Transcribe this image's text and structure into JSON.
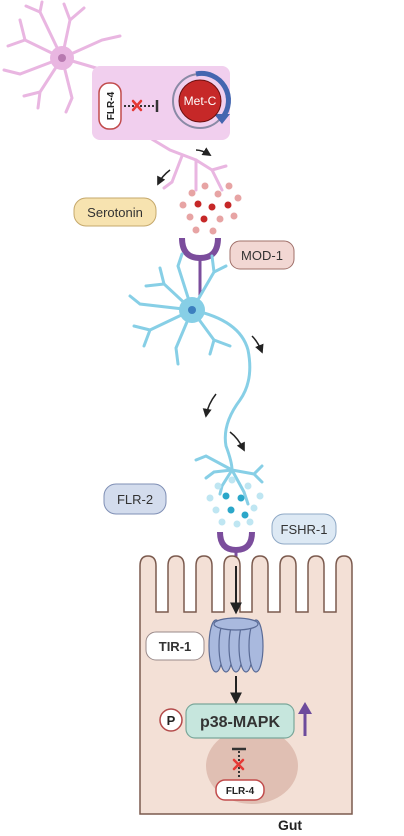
{
  "labels": {
    "flr4_top": "FLR-4",
    "metc": "Met-C",
    "serotonin": "Serotonin",
    "mod1": "MOD-1",
    "flr2": "FLR-2",
    "fshr1": "FSHR-1",
    "tir1": "TIR-1",
    "phospho": "P",
    "p38": "p38-MAPK",
    "flr4_bottom": "FLR-4",
    "gut": "Gut"
  },
  "colors": {
    "pink_neuron": "#e9b6e1",
    "pink_box": "#f1cfee",
    "metc_red": "#c62828",
    "metc_arrow": "#4466b0",
    "serotonin_fill": "#f7e3b0",
    "mod1_fill": "#f2d7d3",
    "receptor_purple": "#7b4d9c",
    "cyan_neuron": "#87cfe6",
    "flr2_fill": "#d3dced",
    "fshr1_fill": "#dde9f4",
    "gut_fill": "#f3e0d6",
    "gut_stroke": "#7b5a4e",
    "tir1_fill": "#a9b9de",
    "p38_fill": "#c6e6dd",
    "inhibit_x": "#e53935",
    "up_arrow": "#6d4b9c"
  }
}
